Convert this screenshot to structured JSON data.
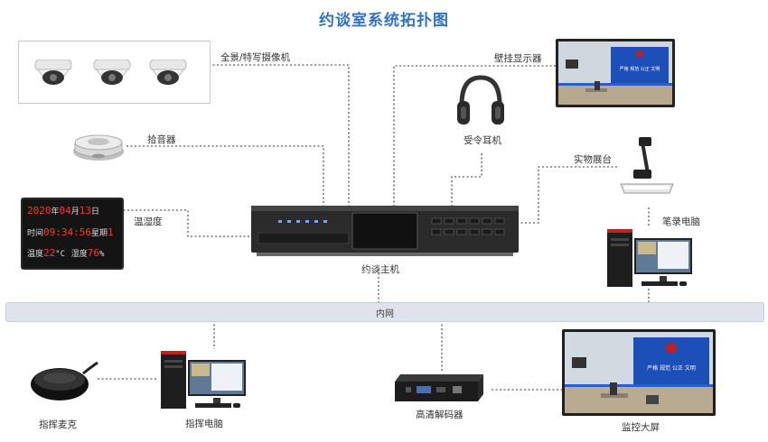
{
  "title": "约谈室系统拓扑图",
  "labels": {
    "camera": "全景/特写摄像机",
    "mic_pickup": "拾音器",
    "clock": "温湿度",
    "host": "约谈主机",
    "monitor": "壁挂显示器",
    "headphones": "受令耳机",
    "visualizer": "实物展台",
    "laptop_pc": "笔录电脑",
    "network": "内网",
    "command_mic": "指挥麦克",
    "command_pc": "指挥电脑",
    "decoder": "高清解码器",
    "bigscreen": "监控大屏"
  },
  "clock": {
    "row1_y": "2020",
    "row1_y_unit": "年",
    "row1_m": "04",
    "row1_m_unit": "月",
    "row1_d": "13",
    "row1_d_unit": "日",
    "row2_label": "时间",
    "row2_time": "09:34:56",
    "row2_week_label": "星期",
    "row2_week": "1",
    "row3_t_label": "温度",
    "row3_t": "22",
    "row3_t_unit": "°C",
    "row3_h_label": "湿度",
    "row3_h": "76",
    "row3_h_unit": "%"
  },
  "wall_slogan": "严格  规范  公正  文明",
  "colors": {
    "title": "#2f73c0",
    "led": "#ff3a2a",
    "dots": "#777777",
    "net_bar": "#dfe4ec",
    "room_wall": "#1d4fb8"
  }
}
